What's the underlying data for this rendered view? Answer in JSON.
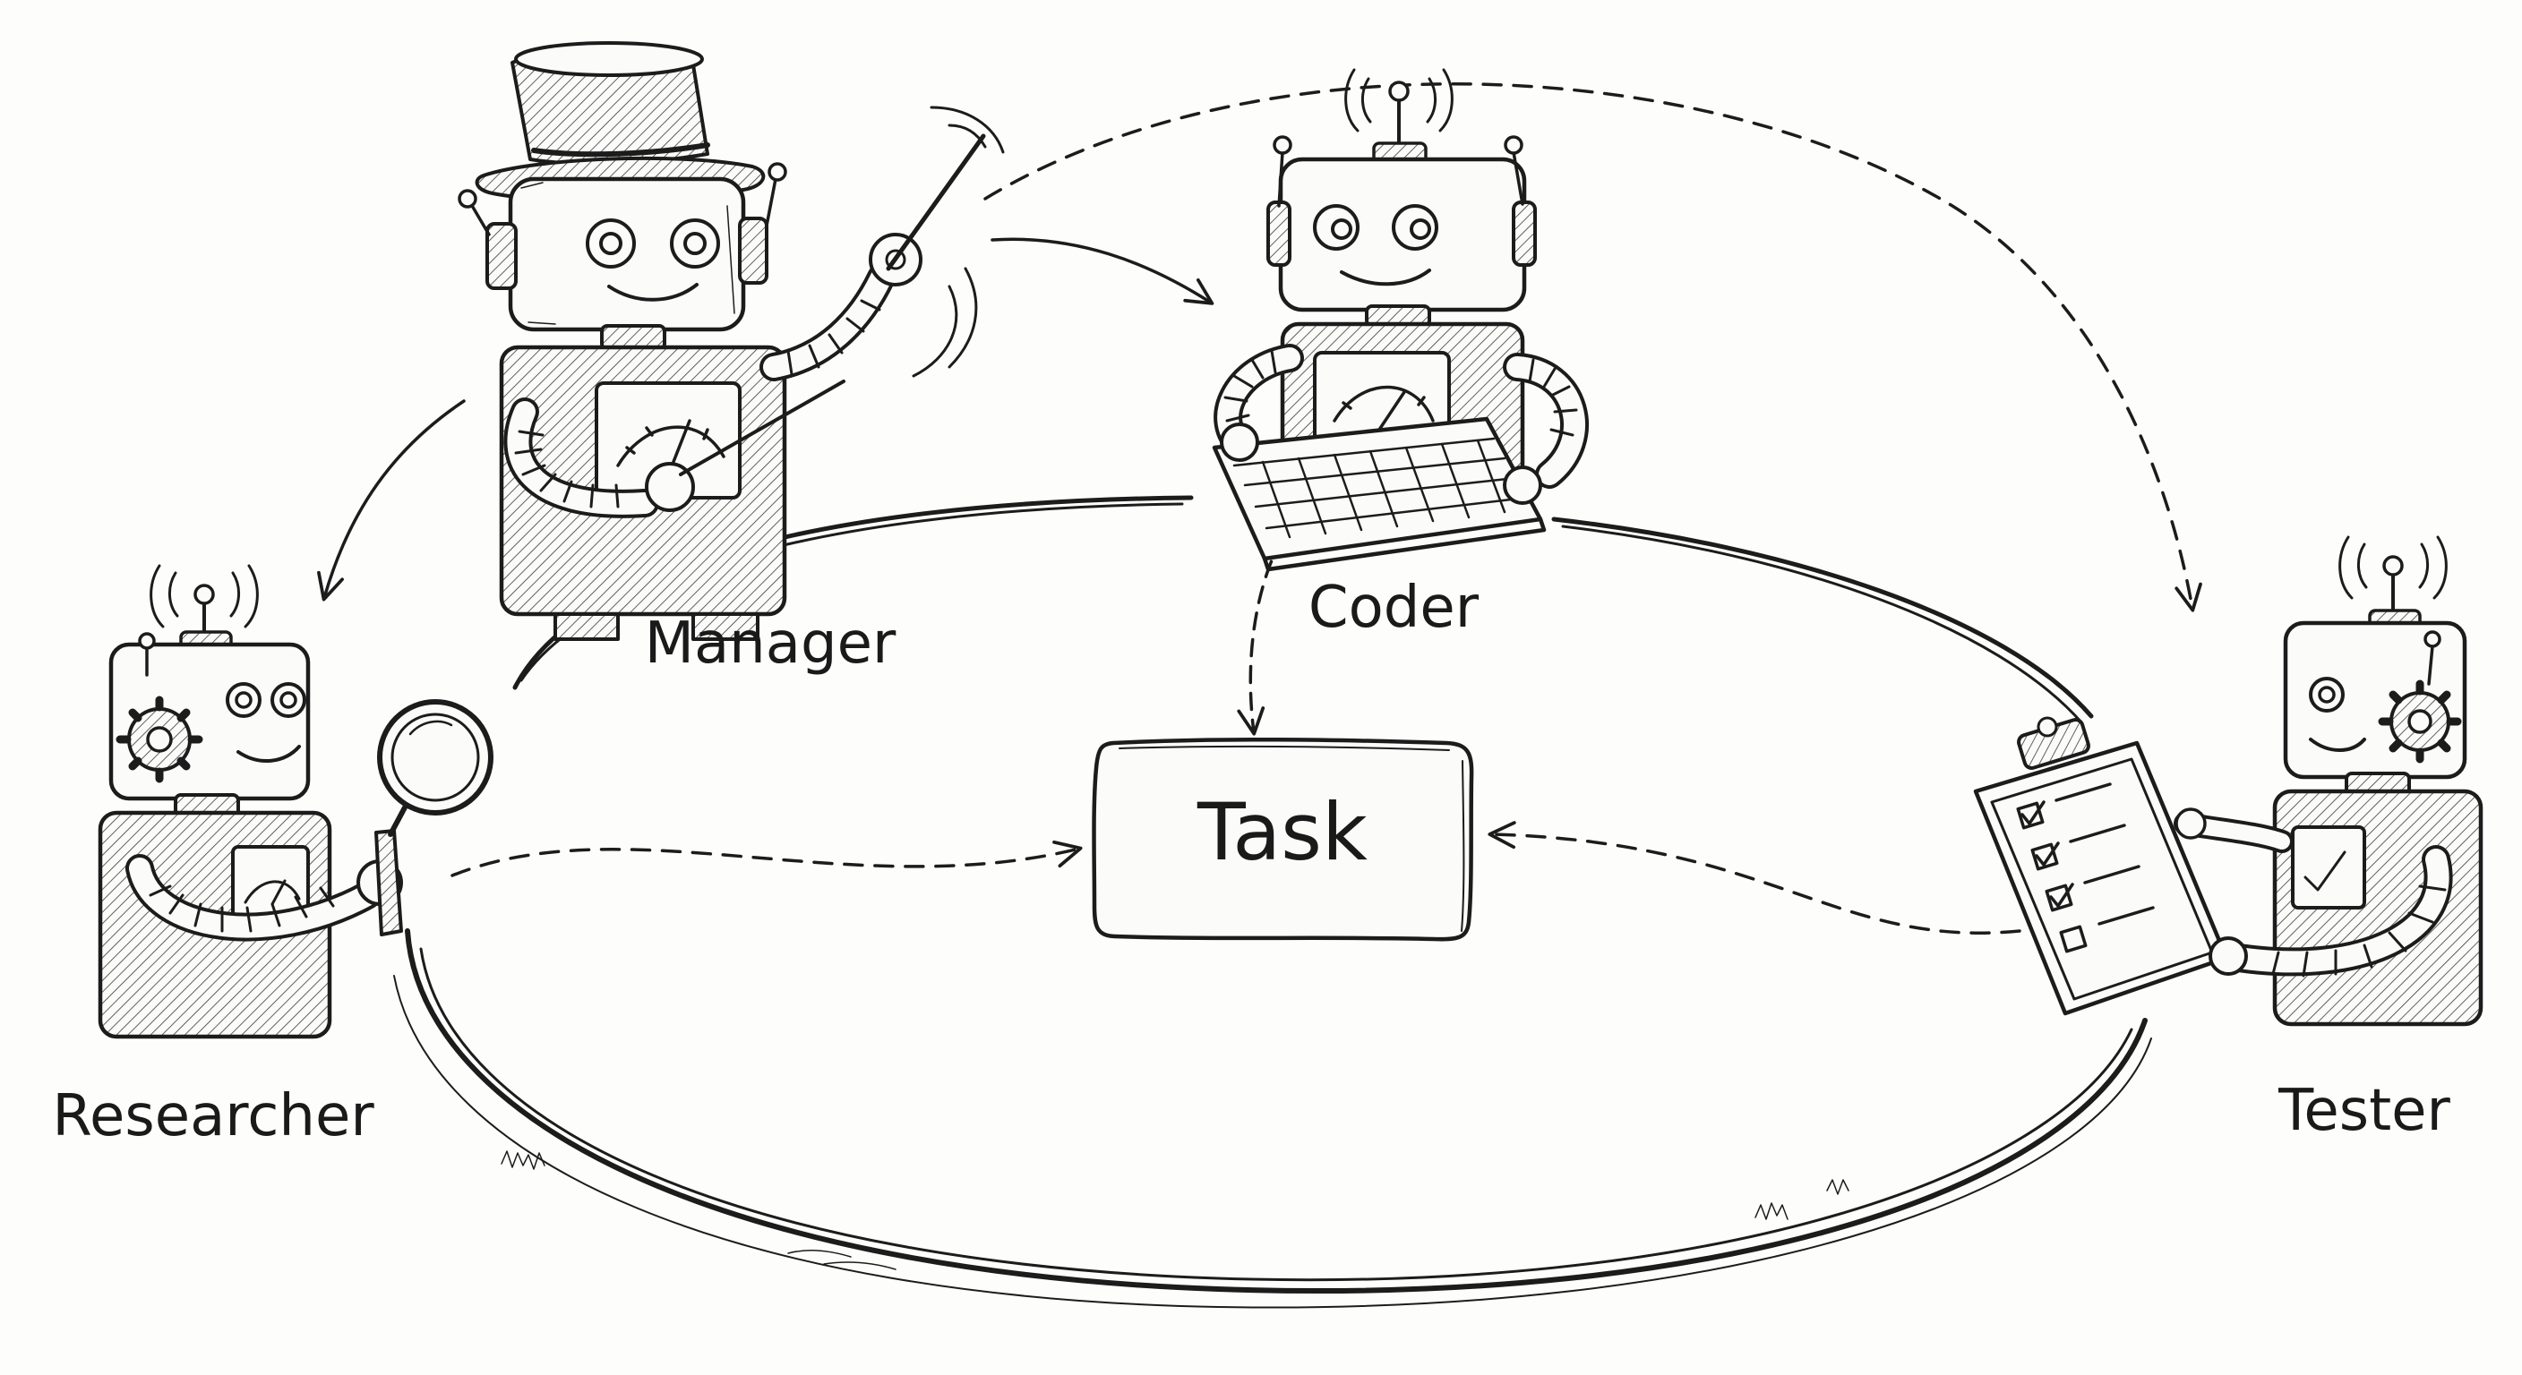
{
  "diagram": {
    "center": {
      "label": "Task"
    },
    "agents": {
      "manager": {
        "label": "Manager"
      },
      "coder": {
        "label": "Coder"
      },
      "researcher": {
        "label": "Researcher"
      },
      "tester": {
        "label": "Tester"
      }
    },
    "ink_color": "#1c1c1c",
    "paper_color": "#fdfdfc"
  }
}
